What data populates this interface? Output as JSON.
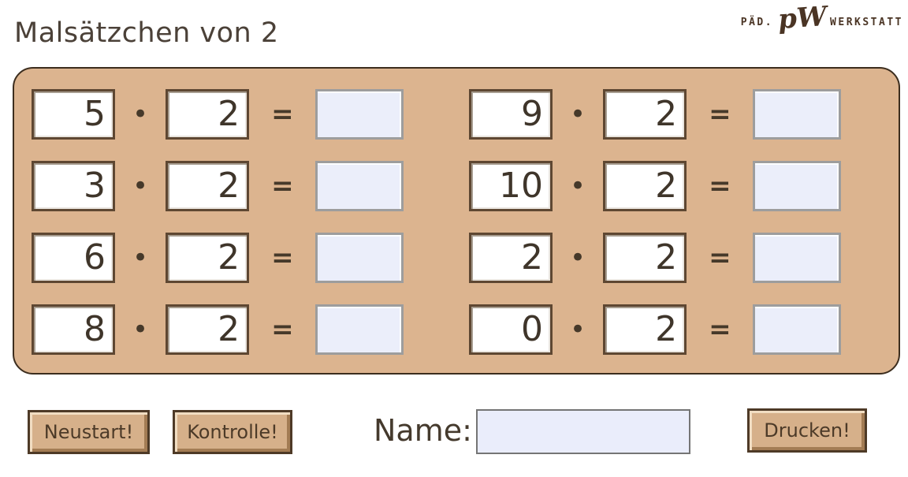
{
  "title": "Malsätzchen von 2",
  "logo": {
    "prefix": "PÄD.",
    "mark": "pW",
    "suffix": "WERKSTATT"
  },
  "worksheet": {
    "operator": "•",
    "equals": "=",
    "problems": [
      {
        "a": "5",
        "b": "2",
        "answer": ""
      },
      {
        "a": "9",
        "b": "2",
        "answer": ""
      },
      {
        "a": "3",
        "b": "2",
        "answer": ""
      },
      {
        "a": "10",
        "b": "2",
        "answer": ""
      },
      {
        "a": "6",
        "b": "2",
        "answer": ""
      },
      {
        "a": "2",
        "b": "2",
        "answer": ""
      },
      {
        "a": "8",
        "b": "2",
        "answer": ""
      },
      {
        "a": "0",
        "b": "2",
        "answer": ""
      }
    ]
  },
  "controls": {
    "restart_label": "Neustart!",
    "check_label": "Kontrolle!",
    "name_label": "Name:",
    "name_value": "",
    "print_label": "Drucken!"
  },
  "colors": {
    "panel_background": "#dcb48f",
    "panel_border": "#3c2d1e",
    "operand_border": "#5e4732",
    "answer_background": "#ebeefa",
    "answer_border": "#9d9d9d",
    "button_background": "#d6b08a",
    "button_border": "#4e3a27",
    "text_brown": "#453a2d"
  }
}
